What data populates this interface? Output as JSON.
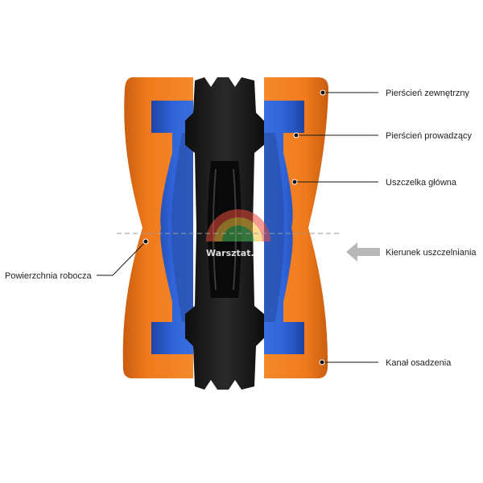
{
  "labels": {
    "outer_ring": "Pierścień zewnętrzny",
    "guide_ring": "Pierścień prowadzący",
    "main_seal": "Uszczelka główna",
    "sealing_direction": "Kierunek uszczelniania",
    "mounting_groove": "Kanał osadzenia",
    "working_surface": "Powierzchnia robocza"
  },
  "watermark": "Warsztat.pl",
  "colors": {
    "outer_ring": "#f07a1c",
    "outer_ring_dark": "#c95d10",
    "guide_ring": "#2f63d8",
    "guide_ring_dark": "#1f44a3",
    "main_seal": "#1b1b1b",
    "arrow": "#b8b8b8",
    "centerline": "#9a9a9a"
  },
  "icons": {
    "direction_arrow": "arrow-left-icon",
    "watermark_logo": "rainbow-logo-icon"
  }
}
